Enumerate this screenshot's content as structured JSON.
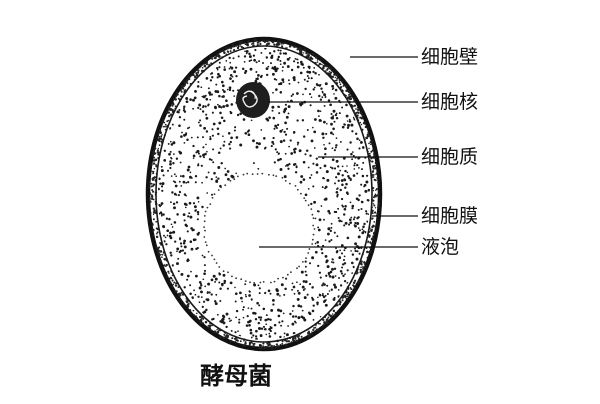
{
  "diagram": {
    "caption": "酵母菌",
    "labels": {
      "cell_wall": "细胞壁",
      "nucleus": "细胞核",
      "cytoplasm": "细胞质",
      "cell_membrane": "细胞膜",
      "vacuole": "液泡"
    }
  }
}
